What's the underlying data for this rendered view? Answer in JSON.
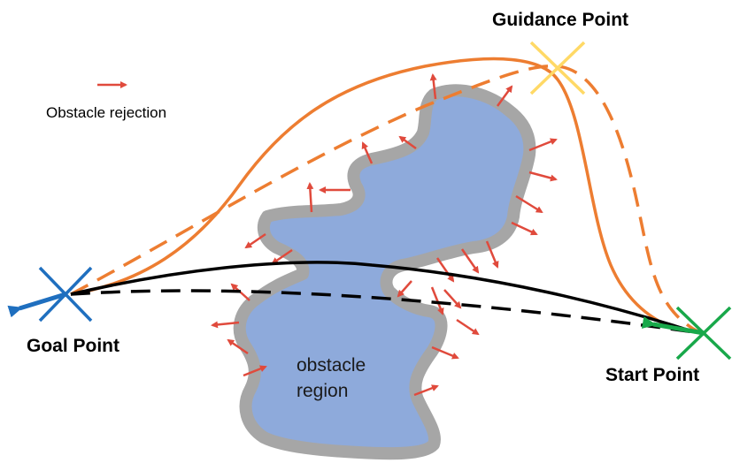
{
  "labels": {
    "guidance_point": "Guidance Point",
    "goal_point": "Goal Point",
    "start_point": "Start Point",
    "legend_text": "Obstacle rejection",
    "region_line1": "obstacle",
    "region_line2": "region"
  },
  "colors": {
    "obstacle_fill": "#8eaadb",
    "obstacle_border": "#a6a6a6",
    "rejection_arrow": "#e04a3c",
    "orange_path": "#ed7d31",
    "black_path": "#000000",
    "goal_marker": "#1f6fbf",
    "start_marker": "#18a84a",
    "guidance_marker": "#ffd966"
  }
}
